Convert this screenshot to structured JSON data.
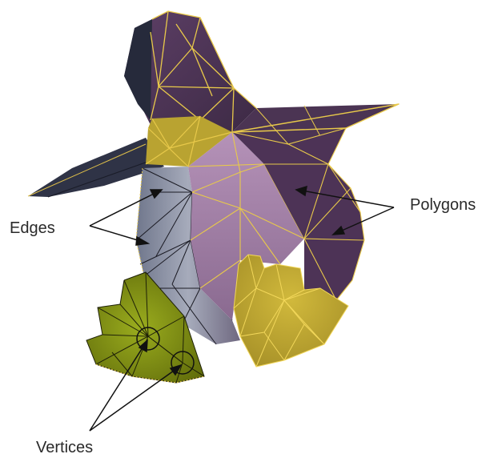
{
  "labels": {
    "edges": "Edges",
    "polygons": "Polygons",
    "vertices": "Vertices"
  },
  "colors": {
    "purple_dark": "#4a3352",
    "purple_mid": "#6a4870",
    "purple_light": "#a07fa3",
    "body_gray": "#8a8fa0",
    "navy": "#2f3346",
    "yellow_face": "#b8a233",
    "green_face": "#7f8f12",
    "edge_selected": "#e8c94a",
    "edge_plain": "#1b1b24",
    "arrow": "#111111"
  }
}
